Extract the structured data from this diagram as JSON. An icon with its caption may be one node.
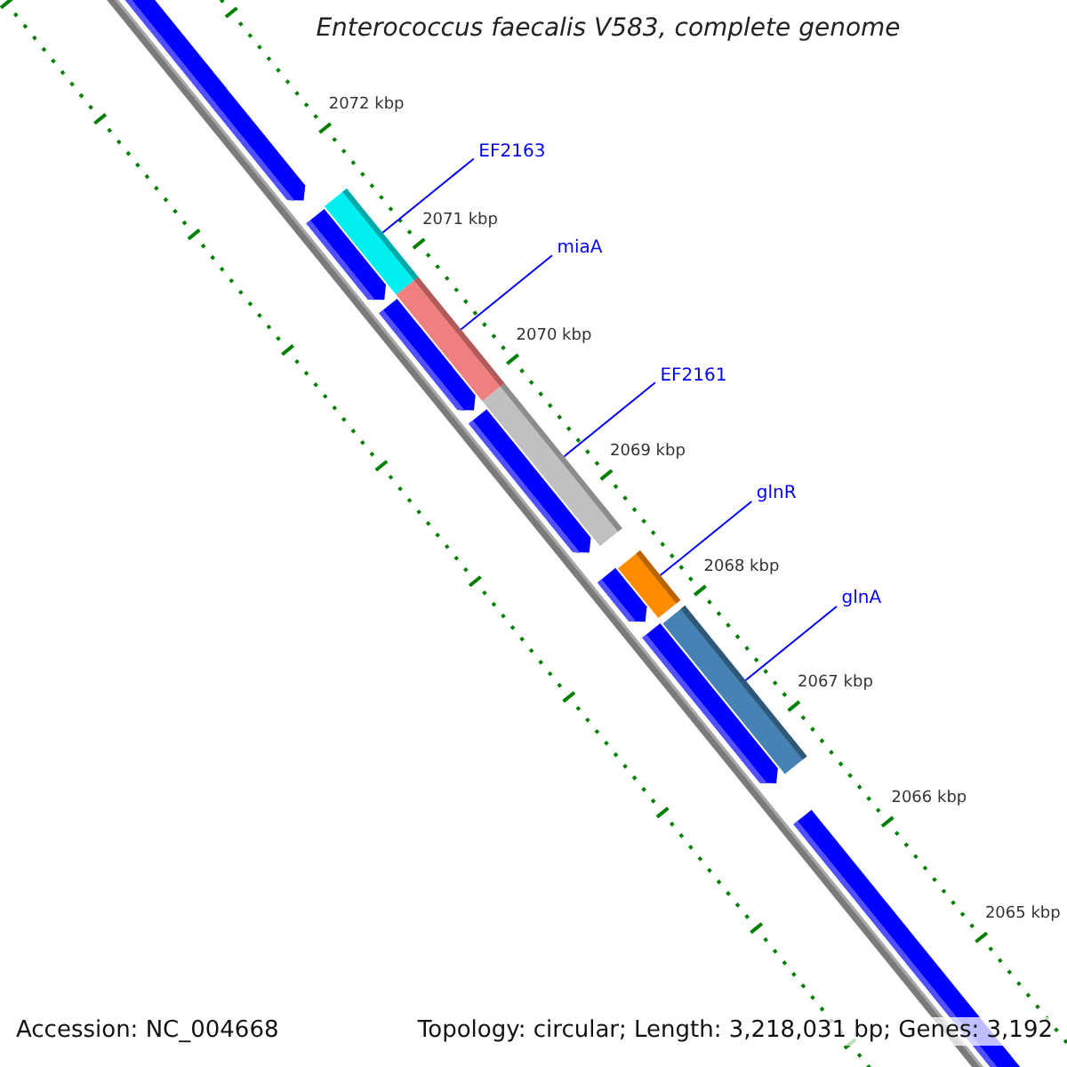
{
  "diagram": {
    "title": "Enterococcus faecalis V583, complete genome",
    "nodes": [
      {
        "text": [
          "EF2163"
        ]
      },
      {
        "text": [],
        "shape": "bar"
      },
      {
        "text": [
          "miaA"
        ]
      },
      {
        "text": [],
        "shape": "bar"
      },
      {
        "text": [
          "EF2161"
        ]
      },
      {
        "text": [],
        "shape": "bar"
      },
      {
        "text": [
          "glnR"
        ]
      },
      {
        "text": [],
        "shape": "bar"
      },
      {
        "text": [
          "glnA"
        ]
      },
      {
        "text": [],
        "shape": "bar"
      }
    ],
    "edges": [
      {
        "from": 0,
        "to": 1,
        "arrow": "none"
      },
      {
        "from": 2,
        "to": 3,
        "arrow": "none"
      },
      {
        "from": 4,
        "to": 5,
        "arrow": "none"
      },
      {
        "from": 6,
        "to": 7,
        "arrow": "none"
      },
      {
        "from": 8,
        "to": 9,
        "arrow": "none"
      }
    ],
    "labels": [
      "2072 kbp",
      "2071 kbp",
      "2070 kbp",
      "2069 kbp",
      "2068 kbp",
      "2067 kbp",
      "2066 kbp",
      "2065 kbp",
      "Accession: NC_004668",
      "Topology: circular; Length: 3,218,031 bp; Genes: 3,192"
    ]
  }
}
